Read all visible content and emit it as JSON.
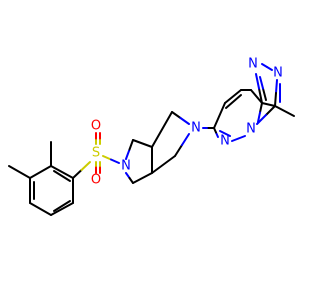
{
  "molecule": {
    "atom_labels": {
      "S": "S",
      "O": "O",
      "N": "N"
    },
    "colors": {
      "bond": "#000000",
      "carbon": "#000000",
      "sulfur": "#cccc00",
      "oxygen": "#ff0000",
      "nitrogen": "#0000ff",
      "background": "#ffffff"
    }
  }
}
